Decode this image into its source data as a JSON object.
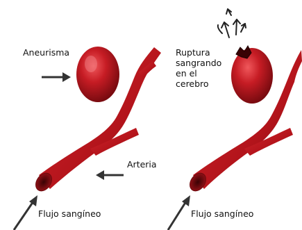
{
  "labels": {
    "aneurysm": "Aneurisma",
    "rupture": [
      "Ruptura",
      "sangrando",
      "en el",
      "cerebro"
    ],
    "artery": "Arteria",
    "blood_flow_left": "Flujo sangíneo",
    "blood_flow_right": "Flujo sangíneo"
  },
  "colors": {
    "artery": "#b3141b",
    "artery_highlight": "#e0484c",
    "artery_shadow": "#6e0a0e",
    "background": "#ffffff",
    "arrow": "#333333",
    "text": "#111111"
  },
  "icons": {
    "arrow": "black-arrow",
    "blood_splash": "splatter-arrows"
  }
}
